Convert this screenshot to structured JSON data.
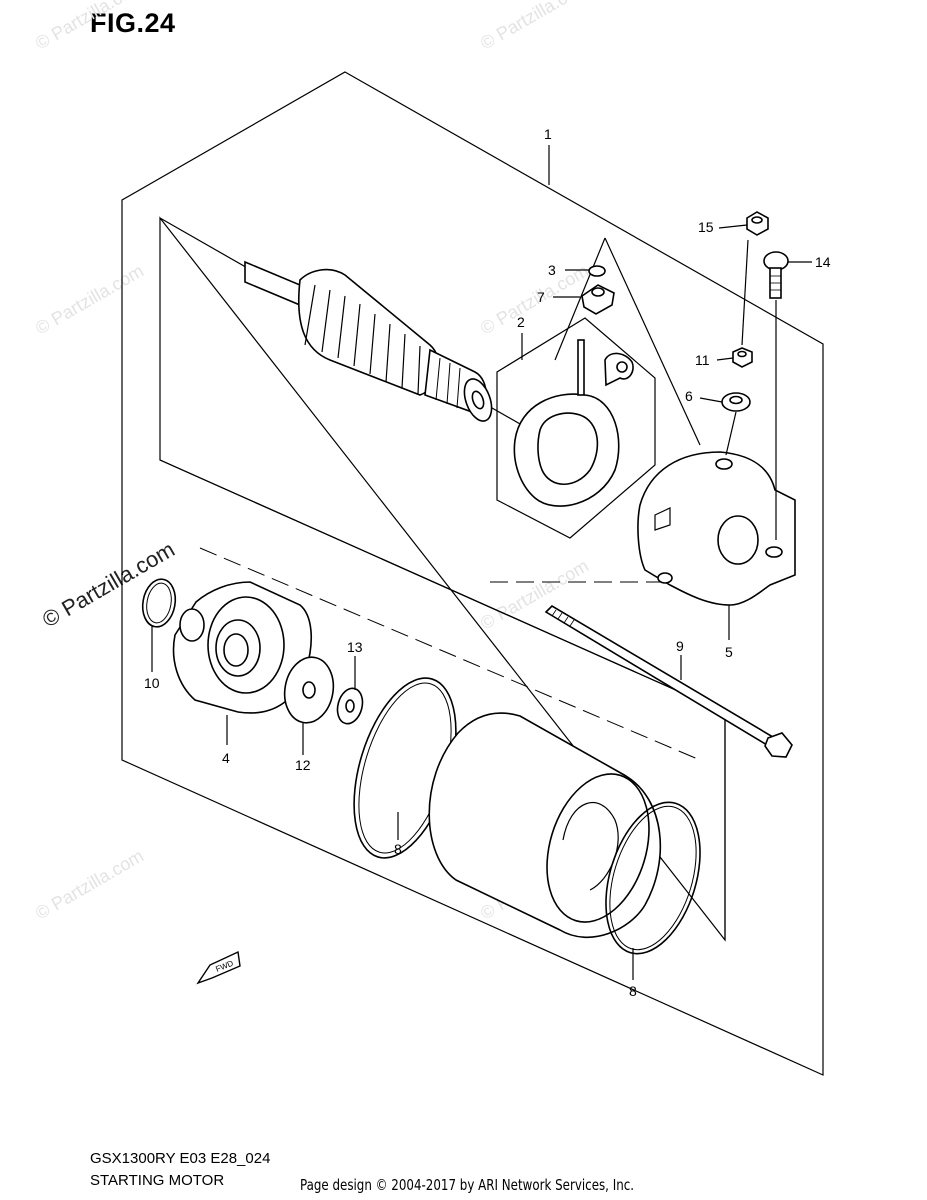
{
  "figure": {
    "title": "FIG.24",
    "model_code": "GSX1300RY E03 E28_024",
    "section_name": "STARTING MOTOR",
    "copyright": "Page design © 2004-2017 by ARI Network Services, Inc.",
    "watermark": "© Partzilla.com",
    "fwd_label": "FWD"
  },
  "callouts": [
    {
      "id": "c1",
      "label": "1"
    },
    {
      "id": "c2",
      "label": "2"
    },
    {
      "id": "c3",
      "label": "3"
    },
    {
      "id": "c4",
      "label": "4"
    },
    {
      "id": "c5",
      "label": "5"
    },
    {
      "id": "c6",
      "label": "6"
    },
    {
      "id": "c7",
      "label": "7"
    },
    {
      "id": "c8a",
      "label": "8"
    },
    {
      "id": "c8b",
      "label": "8"
    },
    {
      "id": "c9",
      "label": "9"
    },
    {
      "id": "c10",
      "label": "10"
    },
    {
      "id": "c11",
      "label": "11"
    },
    {
      "id": "c12",
      "label": "12"
    },
    {
      "id": "c13",
      "label": "13"
    },
    {
      "id": "c14",
      "label": "14"
    },
    {
      "id": "c15",
      "label": "15"
    }
  ]
}
